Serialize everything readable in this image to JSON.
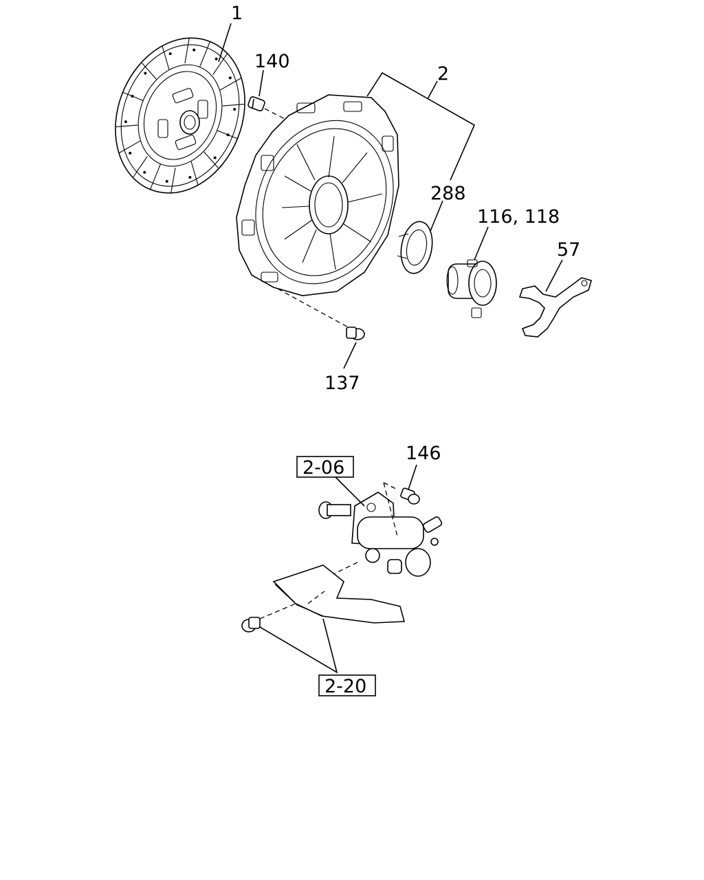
{
  "labels": {
    "clutch_disc": "1",
    "pilot_pin": "140",
    "pressure_plate": "2",
    "bearing_ring": "288",
    "release_bearing": "116, 118",
    "release_fork": "57",
    "bolt": "137",
    "ref_master_cylinder": "2-06",
    "bleeder_bolt": "146",
    "ref_bracket": "2-20"
  }
}
